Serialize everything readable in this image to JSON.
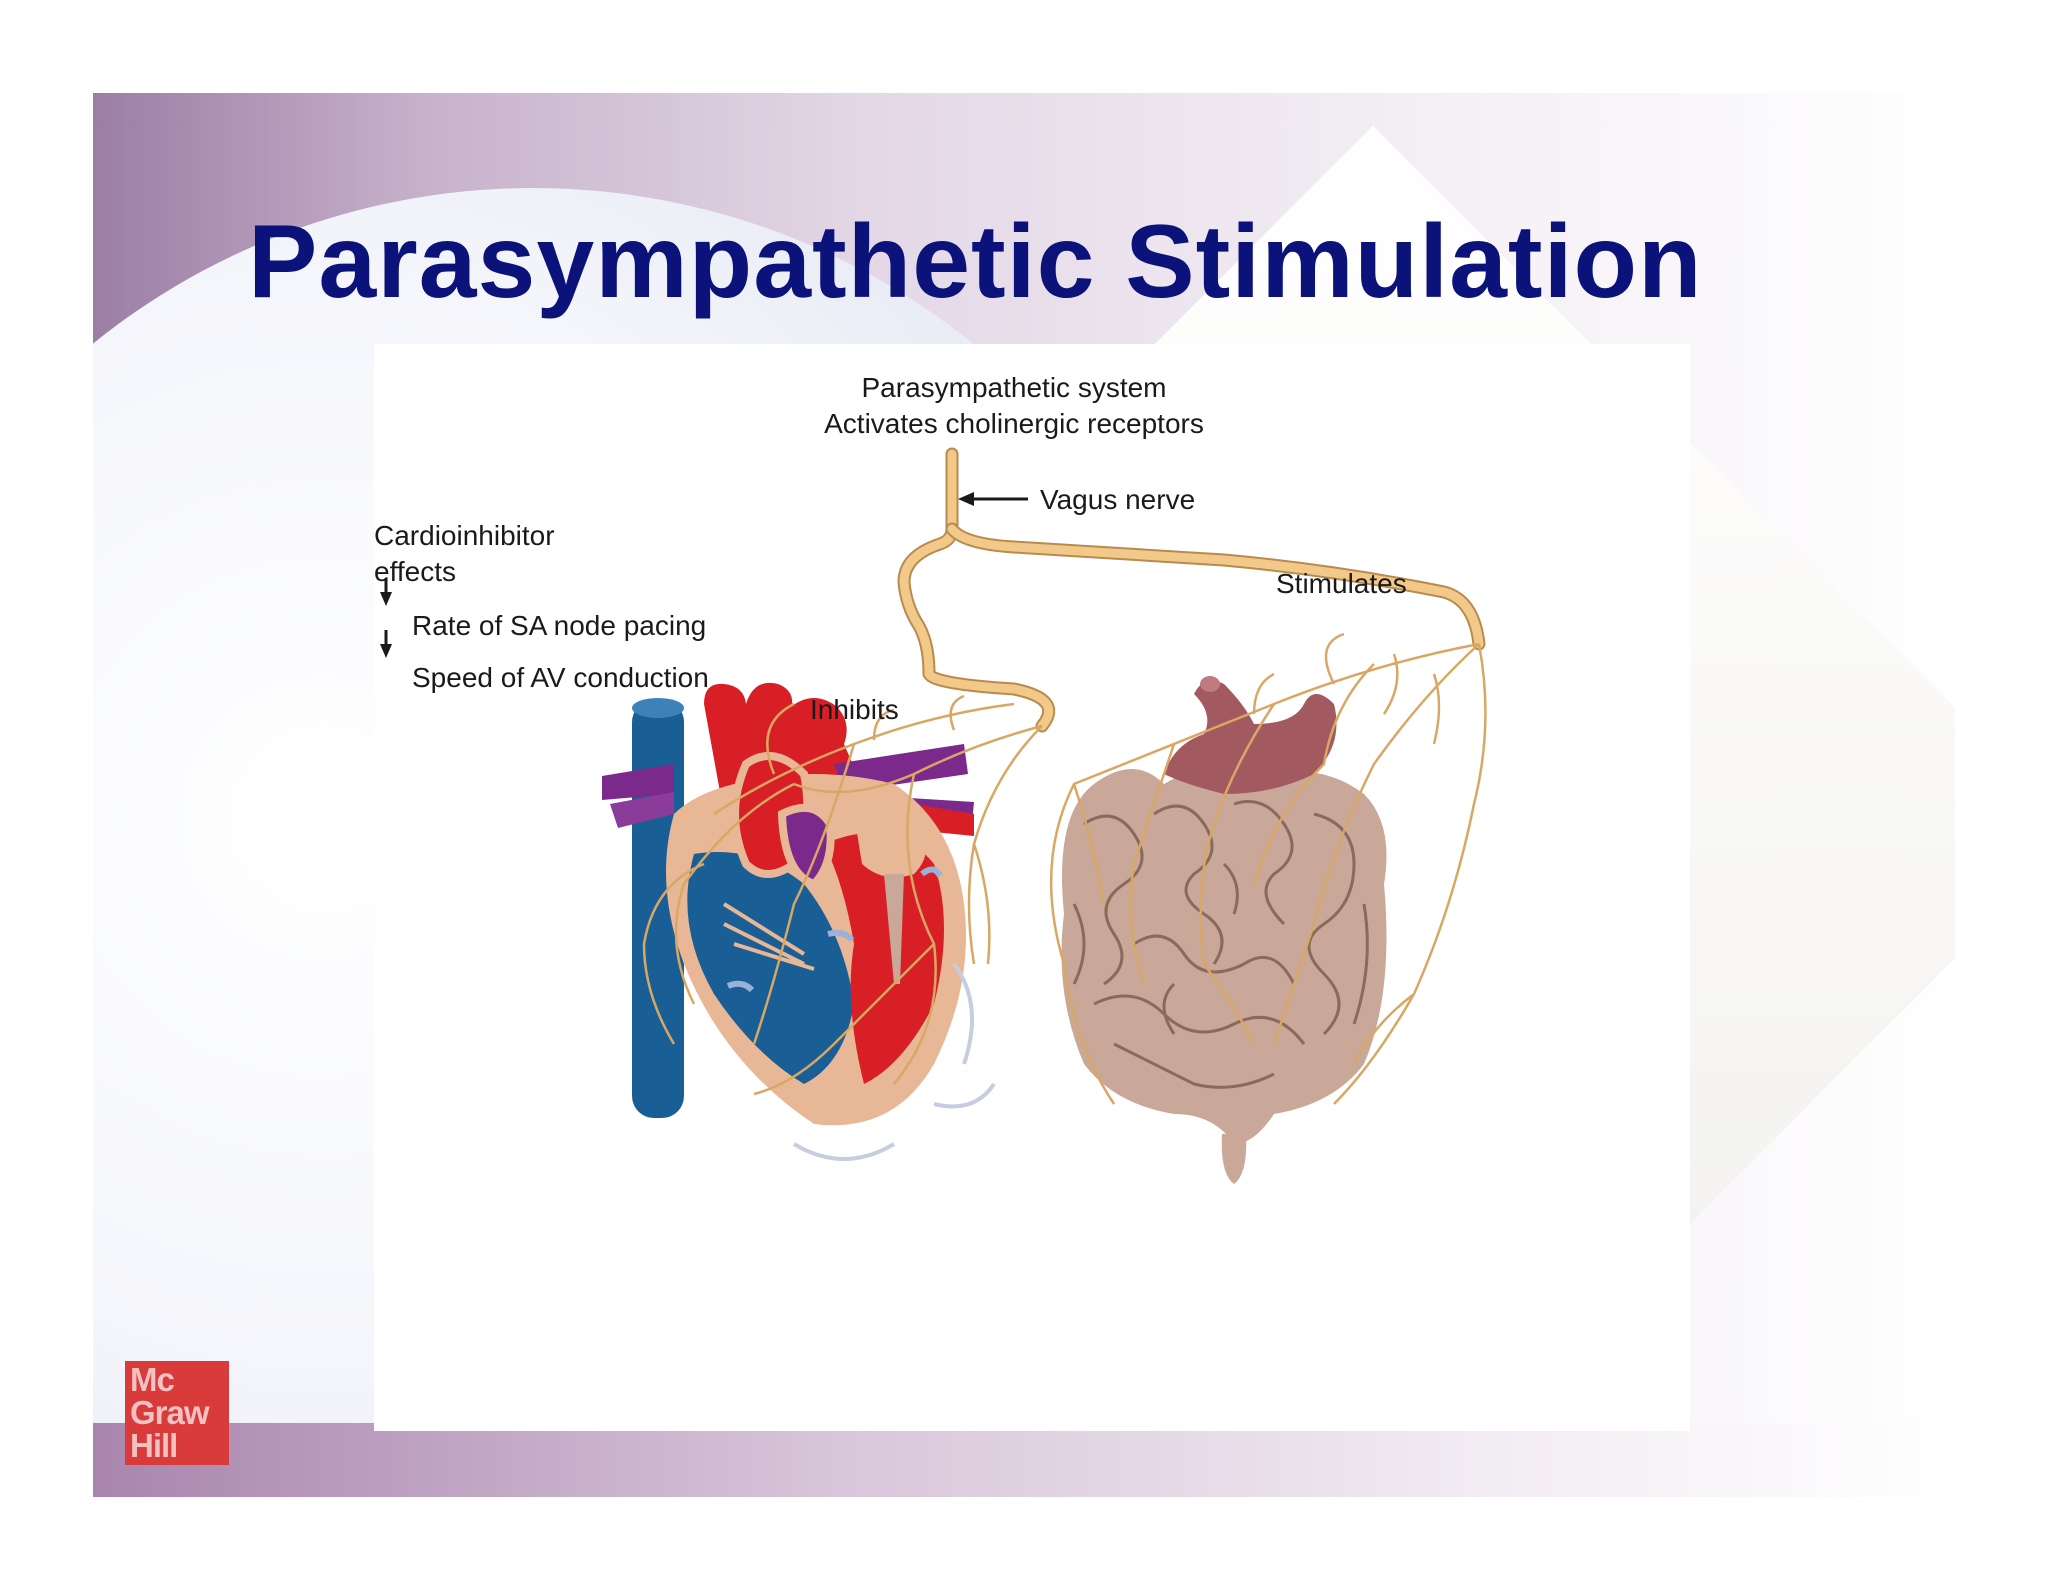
{
  "slide": {
    "title": "Parasympathetic Stimulation"
  },
  "diagram": {
    "system_line1": "Parasympathetic system",
    "system_line2": "Activates cholinergic receptors",
    "vagus_label": "Vagus nerve",
    "stimulates_label": "Stimulates",
    "inhibits_label": "Inhibits",
    "effects_title_line1": "Cardioinhibitor",
    "effects_title_line2": "effects",
    "effects": [
      {
        "arrow": "down-arrow-icon",
        "text": "Rate of SA node pacing"
      },
      {
        "arrow": "down-arrow-icon",
        "text": "Speed of AV conduction"
      }
    ]
  },
  "logo": {
    "line1": "Mc",
    "line2": "Graw",
    "line3": "Hill"
  },
  "colors": {
    "title": "#0b137a",
    "nerve": "#f3c98a",
    "heart_red": "#d91f26",
    "heart_blue": "#1a5e96",
    "heart_purple": "#7b2a8c",
    "intestine": "#c9a89a",
    "stomach": "#a25a60",
    "logo_bg": "#d93a3a"
  }
}
